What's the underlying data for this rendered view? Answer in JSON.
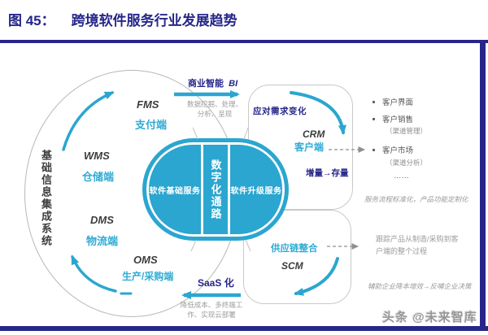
{
  "colors": {
    "accent_blue": "#2ba6d0",
    "navy": "#26268a",
    "note_gray": "#9b9b9b",
    "dark_text": "#3d3d3d"
  },
  "header": {
    "figure_label": "图 45：",
    "title": "跨境软件服务行业发展趋势"
  },
  "ellipse": {
    "system_label": "基础信息集成系统",
    "modules": [
      {
        "abbr": "FMS",
        "name": "支付端"
      },
      {
        "abbr": "WMS",
        "name": "仓储端"
      },
      {
        "abbr": "DMS",
        "name": "物流端"
      },
      {
        "abbr": "OMS",
        "name": "生产/采购端"
      }
    ]
  },
  "core": {
    "left": "软件基础服务",
    "center": "数字化通路",
    "right": "软件升级服务"
  },
  "bi_flow": {
    "label": "商业智能",
    "abbr": "BI",
    "note": "数据挖掘、处理、\n分析、呈现"
  },
  "saas_flow": {
    "label": "SaaS 化",
    "note": "降低成本、多终端工\n作、实现云部署"
  },
  "crm": {
    "title": "应对需求变化",
    "abbr": "CRM",
    "target": "客户端",
    "trend": "增量→存量"
  },
  "scm": {
    "title": "供应链整合",
    "abbr": "SCM"
  },
  "right_panel": {
    "items": [
      {
        "text": "客户界面",
        "sub": ""
      },
      {
        "text": "客户销售",
        "sub": "（渠道管理）"
      },
      {
        "text": "客户市场",
        "sub": "（渠道分析）"
      },
      {
        "text": "……",
        "sub": ""
      }
    ],
    "crm_note": "服务流程标准化，产品功能定制化",
    "scm_note": "跟踪产品从制造/采购到客\n户端的整个过程",
    "bottom_note": "辅助企业降本增效→反哺企业决策"
  },
  "watermark": "头条 @未来智库"
}
